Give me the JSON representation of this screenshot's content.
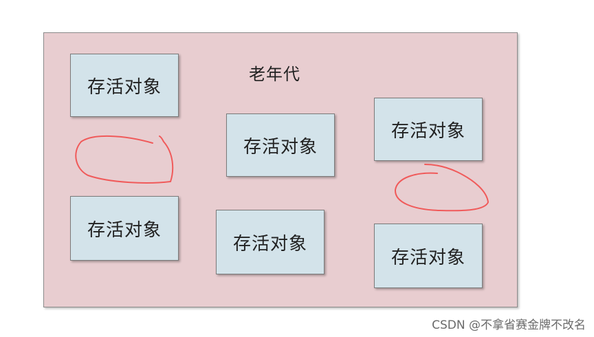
{
  "diagram": {
    "region_label": "老年代",
    "objects": [
      {
        "label": "存活对象"
      },
      {
        "label": "存活对象"
      },
      {
        "label": "存活对象"
      },
      {
        "label": "存活对象"
      },
      {
        "label": "存活对象"
      },
      {
        "label": "存活对象"
      }
    ],
    "colors": {
      "region_fill": "#e8cdd0",
      "object_fill": "#d3e3ea",
      "scribble": "#f05a5a"
    }
  },
  "footer": {
    "watermark": "CSDN @不拿省赛金牌不改名"
  }
}
